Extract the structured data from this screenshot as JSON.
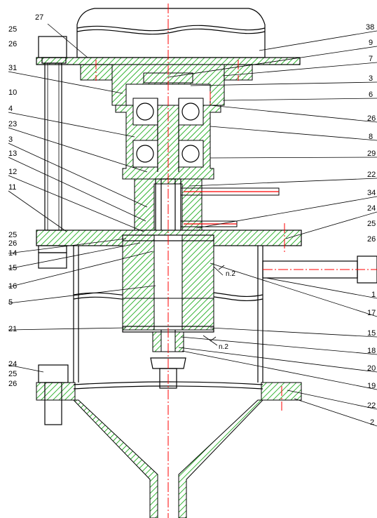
{
  "callouts": {
    "left": [
      "25",
      "26",
      "27",
      "31",
      "10",
      "4",
      "23",
      "3",
      "13",
      "12",
      "11",
      "25",
      "26",
      "14",
      "15",
      "16",
      "5",
      "21",
      "24",
      "25",
      "26"
    ],
    "right": [
      "38",
      "9",
      "7",
      "3",
      "6",
      "26",
      "8",
      "29",
      "22",
      "34",
      "24",
      "25",
      "26",
      "1",
      "17",
      "15",
      "18",
      "20",
      "19",
      "22",
      "2"
    ]
  },
  "weld_marks": {
    "upper": "n.2",
    "lower": "n.2"
  },
  "colors": {
    "hatch": "#00a000",
    "axis": "#ff0000",
    "outline": "#000000"
  }
}
